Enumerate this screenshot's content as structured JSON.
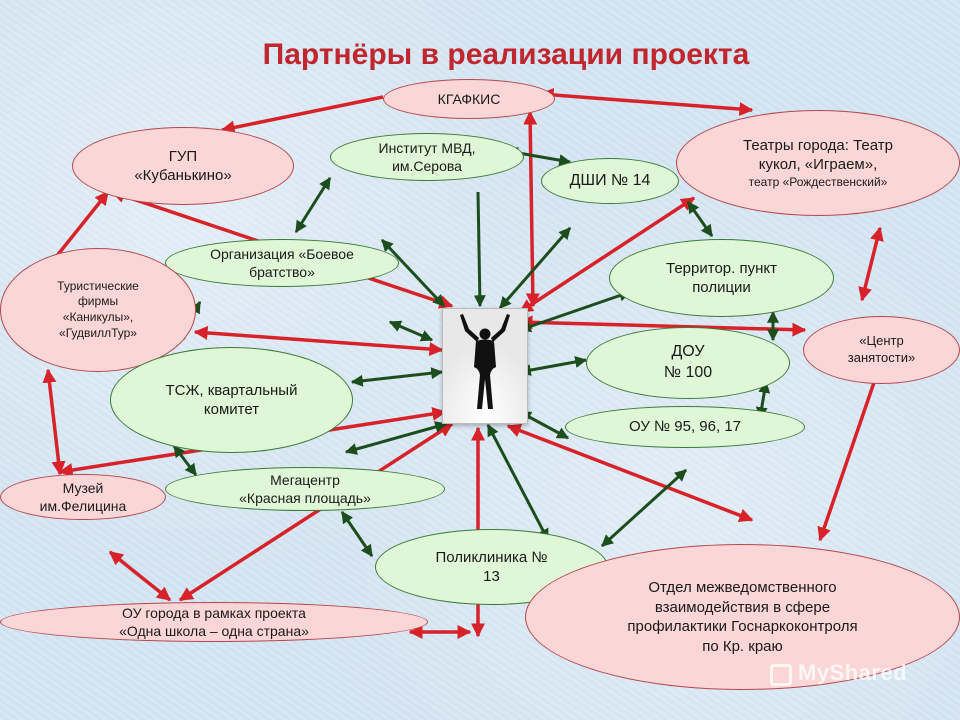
{
  "title": "Партнёры в реализации проекта",
  "nodes": {
    "kgafkis": "КГАФКИС",
    "gup": "ГУП\n«Кубанькино»",
    "mvd": "Институт МВД,\nим.Серова",
    "dshi": "ДШИ № 14",
    "theaters_main": "Театры города: Театр\nкукол, «Играем»,",
    "theaters_sub": "театр «Рождественский»",
    "boevoe": "Организация «Боевое\nбратство»",
    "tourist": "Туристические\nфирмы\n«Каникулы»,\n«ГудвиллТур»",
    "police": "Территор. пункт\nполиции",
    "center_emp": "«Центр\nзанятости»",
    "dou": "ДОУ\n№ 100",
    "tszh": "ТСЖ, квартальный\nкомитет",
    "ou": "ОУ № 95, 96, 17",
    "museum": "Музей\nим.Фелицина",
    "megacenter": "Мегацентр\n«Красная площадь»",
    "clinic": "Поликлиника №\n13",
    "otdel": "Отдел межведомственного\nвзаимодействия в сфере\nпрофилактики Госнаркоконтроля\nпо Кр. краю",
    "ou_city": "ОУ города в рамках проекта\n«Одна школа – одна страна»"
  },
  "watermark": "MyShared",
  "colors": {
    "pink_fill": "#fad6d6",
    "green_fill": "#dff7d6",
    "red_arrow": "#d7222a",
    "green_arrow": "#1d4d1d",
    "title": "#c0262d"
  },
  "icons": {
    "center": "person-arms-raised-icon"
  }
}
